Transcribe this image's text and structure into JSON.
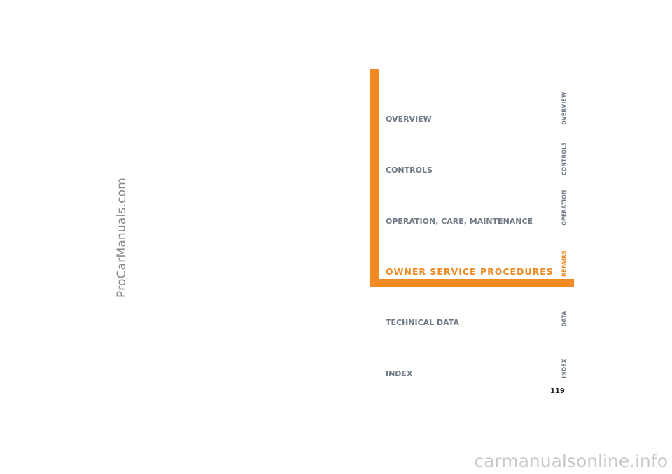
{
  "colors": {
    "accent": "#f28a22",
    "section_text": "#6f7a86",
    "page_number": "#222222",
    "watermark": "#8a8a8a",
    "watermark_bottom": "#c8c8c8"
  },
  "watermark_left": "ProCarManuals.com",
  "watermark_bottom": "carmanualsonline.info",
  "sections": [
    {
      "label": "OVERVIEW",
      "active": false
    },
    {
      "label": "CONTROLS",
      "active": false
    },
    {
      "label": "OPERATION, CARE, MAINTENANCE",
      "active": false
    },
    {
      "label": "OWNER SERVICE PROCEDURES",
      "active": true
    },
    {
      "label": "TECHNICAL DATA",
      "active": false
    },
    {
      "label": "INDEX",
      "active": false
    }
  ],
  "tabs": [
    {
      "label": "OVERVIEW",
      "active": false
    },
    {
      "label": "CONTROLS",
      "active": false
    },
    {
      "label": "OPERATION",
      "active": false
    },
    {
      "label": "REPAIRS",
      "active": true
    },
    {
      "label": "DATA",
      "active": false
    },
    {
      "label": "INDEX",
      "active": false
    }
  ],
  "page_number": "119"
}
